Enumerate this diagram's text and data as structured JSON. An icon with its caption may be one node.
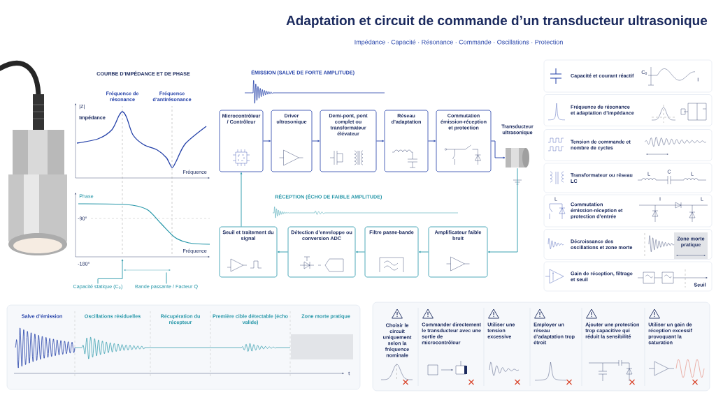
{
  "diagram": {
    "title": "Adaptation et circuit de commande d’un transducteur ultrasonique",
    "nodes": [
      {
        "text": [
          "Microcontrôleur / Contrôleur"
        ]
      },
      {
        "text": [
          "Driver ultrasonique"
        ]
      },
      {
        "text": [
          "Demi-pont, pont complet ou transformateur élévateur"
        ]
      },
      {
        "text": [
          "Réseau d’adaptation"
        ]
      },
      {
        "text": [
          "Commutation émission-réception et protection"
        ]
      },
      {
        "text": [
          "Transducteur ultrasonique"
        ]
      },
      {
        "text": [
          "Amplificateur faible bruit"
        ]
      },
      {
        "text": [
          "Filtre passe-bande"
        ]
      },
      {
        "text": [
          "Détection d’enveloppe ou conversion ADC"
        ]
      },
      {
        "text": [
          "Seuil et traitement du signal"
        ]
      },
      {
        "text": [
          "Capacité et courant réactif"
        ]
      },
      {
        "text": [
          "Fréquence de résonance et adaptation d’impédance"
        ]
      },
      {
        "text": [
          "Tension de commande et nombre de cycles"
        ]
      },
      {
        "text": [
          "Transformateur ou réseau LC"
        ]
      },
      {
        "text": [
          "Commutation émission-réception et protection d’entrée"
        ]
      },
      {
        "text": [
          "Décroissance des oscillations et zone morte"
        ]
      },
      {
        "text": [
          "Gain de réception, filtrage et seuil"
        ]
      },
      {
        "text": [
          "Capacité statique (C$_{0}$)"
        ]
      },
      {
        "text": [
          "Bande passante / Facteur Q"
        ]
      }
    ],
    "edges": [
      {
        "from": 0,
        "to": 1,
        "arrow": "to",
        "color": "#2340a8"
      },
      {
        "from": 1,
        "to": 2,
        "arrow": "to",
        "color": "#2340a8"
      },
      {
        "from": 2,
        "to": 3,
        "arrow": "to",
        "color": "#2340a8"
      },
      {
        "from": 3,
        "to": 4,
        "arrow": "to",
        "color": "#2340a8"
      },
      {
        "from": 4,
        "to": 5,
        "arrow": "to",
        "color": "#2340a8"
      },
      {
        "from": 5,
        "to": 6,
        "arrow": "to"
      },
      {
        "from": 6,
        "to": 7,
        "arrow": "to"
      },
      {
        "from": 7,
        "to": 8,
        "arrow": "to"
      },
      {
        "from": 8,
        "to": 9,
        "arrow": "to"
      },
      {
        "from": 9,
        "to": 0,
        "arrow": "to"
      },
      {
        "from": 17,
        "to": null,
        "arrow": "to"
      },
      {
        "from": 18,
        "to": null,
        "arrow": "none"
      }
    ],
    "labels": [
      "Impédance · Capacité · Résonance · Commande · Oscillations · Protection",
      "COURBE D’IMPÉDANCE ET DE PHASE",
      "Fréquence de résonance",
      "Fréquence d’antirésonance",
      "|Z|",
      "Impédance",
      "Fréquence",
      "Phase",
      "-90°",
      "Fréquence",
      "-180°",
      "ÉMISSION (SALVE DE FORTE AMPLITUDE)",
      "RÉCEPTION (ÉCHO DE FAIBLE AMPLITUDE)",
      "C$_{0}$",
      "I",
      "L",
      "C",
      "L",
      "L",
      "I",
      "L",
      "Zone morte pratique",
      "Seuil",
      "Salve d’émission",
      "Oscillations résiduelles",
      "Récupération du récepteur",
      "Première cible détectable (écho valide)",
      "Zone morte pratique",
      "t",
      "Choisir le circuit uniquement selon la fréquence nominale",
      "Commander directement le transducteur avec une sortie de microcontrôleur",
      "Utiliser une tension excessive",
      "Employer un réseau d’adaptation trop étroit",
      "Ajouter une protection trop capacitive qui réduit la sensibilité",
      "Utiliser un gain de réception excessif provoquant la saturation"
    ]
  }
}
